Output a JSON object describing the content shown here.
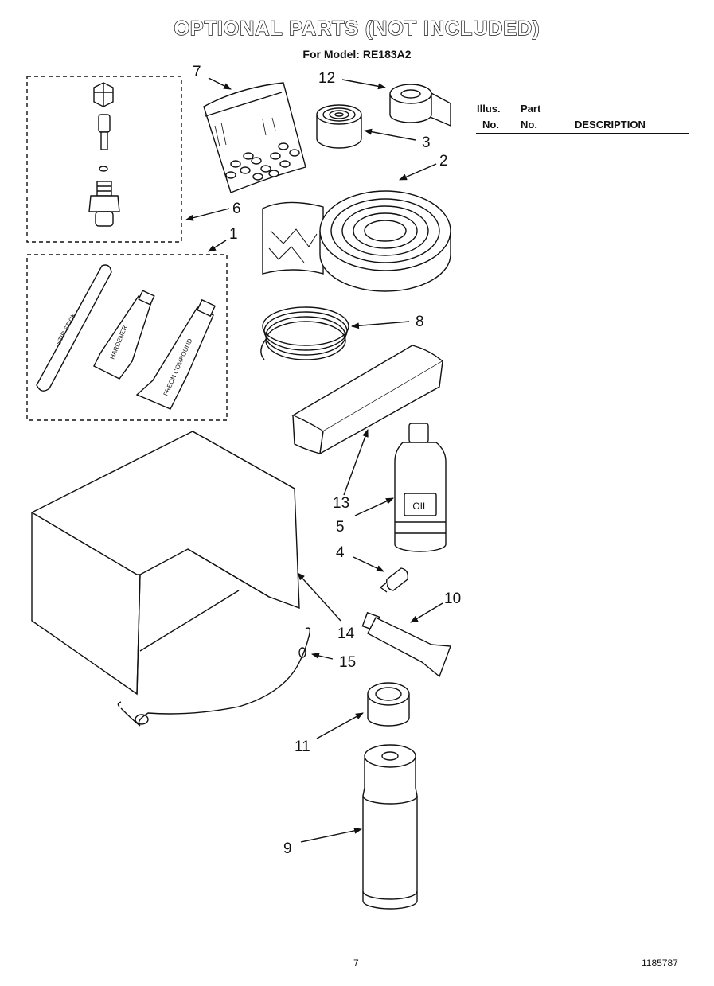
{
  "header": {
    "title": "OPTIONAL PARTS (NOT INCLUDED)",
    "subtitle": "For Model: RE183A2"
  },
  "parts_table": {
    "col_illus_line1": "Illus.",
    "col_illus_line2": "No.",
    "col_part_line1": "Part",
    "col_part_line2": "No.",
    "col_description": "DESCRIPTION"
  },
  "callouts": [
    "7",
    "12",
    "3",
    "2",
    "6",
    "1",
    "8",
    "13",
    "5",
    "4",
    "10",
    "14",
    "15",
    "11",
    "9"
  ],
  "labels": {
    "oil_label": "OIL",
    "tube_hardener": "HARDENER",
    "tube_compound": "FREON COMPOUND",
    "stick_label": "STIR STICK"
  },
  "footer": {
    "page_number": "7",
    "doc_number": "1185787"
  }
}
